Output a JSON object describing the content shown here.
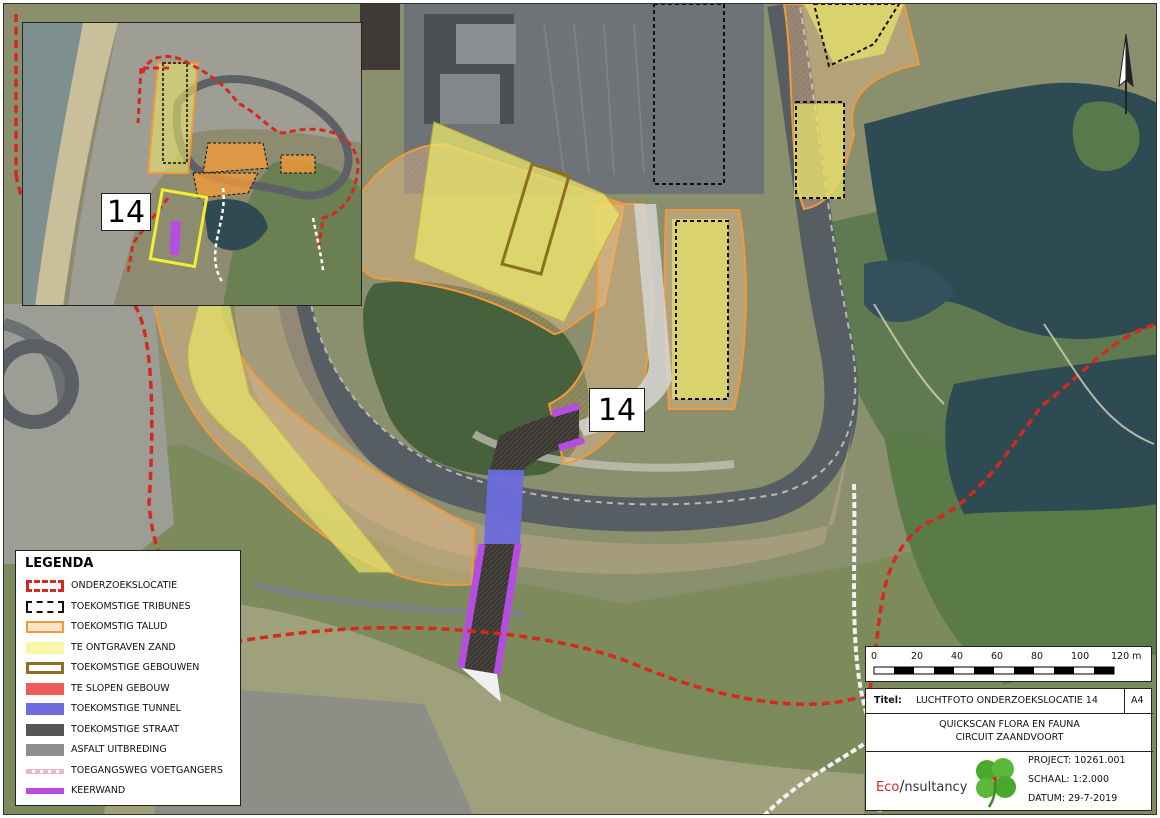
{
  "map": {
    "site_label": "14",
    "inset_site_label": "14"
  },
  "legend": {
    "title": "LEGENDA",
    "items": [
      {
        "label": "ONDERZOEKSLOCATIE",
        "symbol": "dashed-red-outline",
        "color": "#d42a1e"
      },
      {
        "label": "TOEKOMSTIGE TRIBUNES",
        "symbol": "dashed-black-outline",
        "color": "#111111"
      },
      {
        "label": "TOEKOMSTIG TALUD",
        "symbol": "orange-outline-fill",
        "color": "#f29a3a"
      },
      {
        "label": "TE ONTGRAVEN ZAND",
        "symbol": "yellow-fill",
        "color": "#fbf7a8"
      },
      {
        "label": "TOEKOMSTIGE GEBOUWEN",
        "symbol": "olive-outline",
        "color": "#8a7020"
      },
      {
        "label": "TE SLOPEN GEBOUW",
        "symbol": "red-fill",
        "color": "#ee5b5b"
      },
      {
        "label": "TOEKOMSTIGE TUNNEL",
        "symbol": "blue-fill",
        "color": "#6b6bdc"
      },
      {
        "label": "TOEKOMSTIGE STRAAT",
        "symbol": "dark-fill",
        "color": "#555555"
      },
      {
        "label": "ASFALT UITBREDING",
        "symbol": "grey-fill",
        "color": "#8f8f8f"
      },
      {
        "label": "TOEGANGSWEG VOETGANGERS",
        "symbol": "pink-dashed-line",
        "color": "#e8b7cf"
      },
      {
        "label": "KEERWAND",
        "symbol": "purple-line",
        "color": "#b44de0"
      }
    ]
  },
  "scale_bar": {
    "ticks": [
      "0",
      "20",
      "40",
      "60",
      "80",
      "100",
      "120 m"
    ]
  },
  "title_block": {
    "title_key": "Titel:",
    "title_value": "LUCHTFOTO ONDERZOEKSLOCATIE 14",
    "paper_size": "A4",
    "subtitle_line1": "QUICKSCAN FLORA EN FAUNA",
    "subtitle_line2": "CIRCUIT ZAANDVOORT",
    "company_prefix": "Eco",
    "company_suffix": "nsultancy",
    "project": "PROJECT: 10261.001",
    "scale": "SCHAAL:  1:2.000",
    "date": "DATUM: 29-7-2019"
  },
  "colors": {
    "onderzoekslocatie": "#d42a1e",
    "talud": "#f29a3a",
    "zand": "#e9e56a",
    "tunnel": "#6b6bdc",
    "keerwand": "#b44de0",
    "straat": "#3e3b36",
    "water": "#2e4a52",
    "track": "#5a6166"
  }
}
